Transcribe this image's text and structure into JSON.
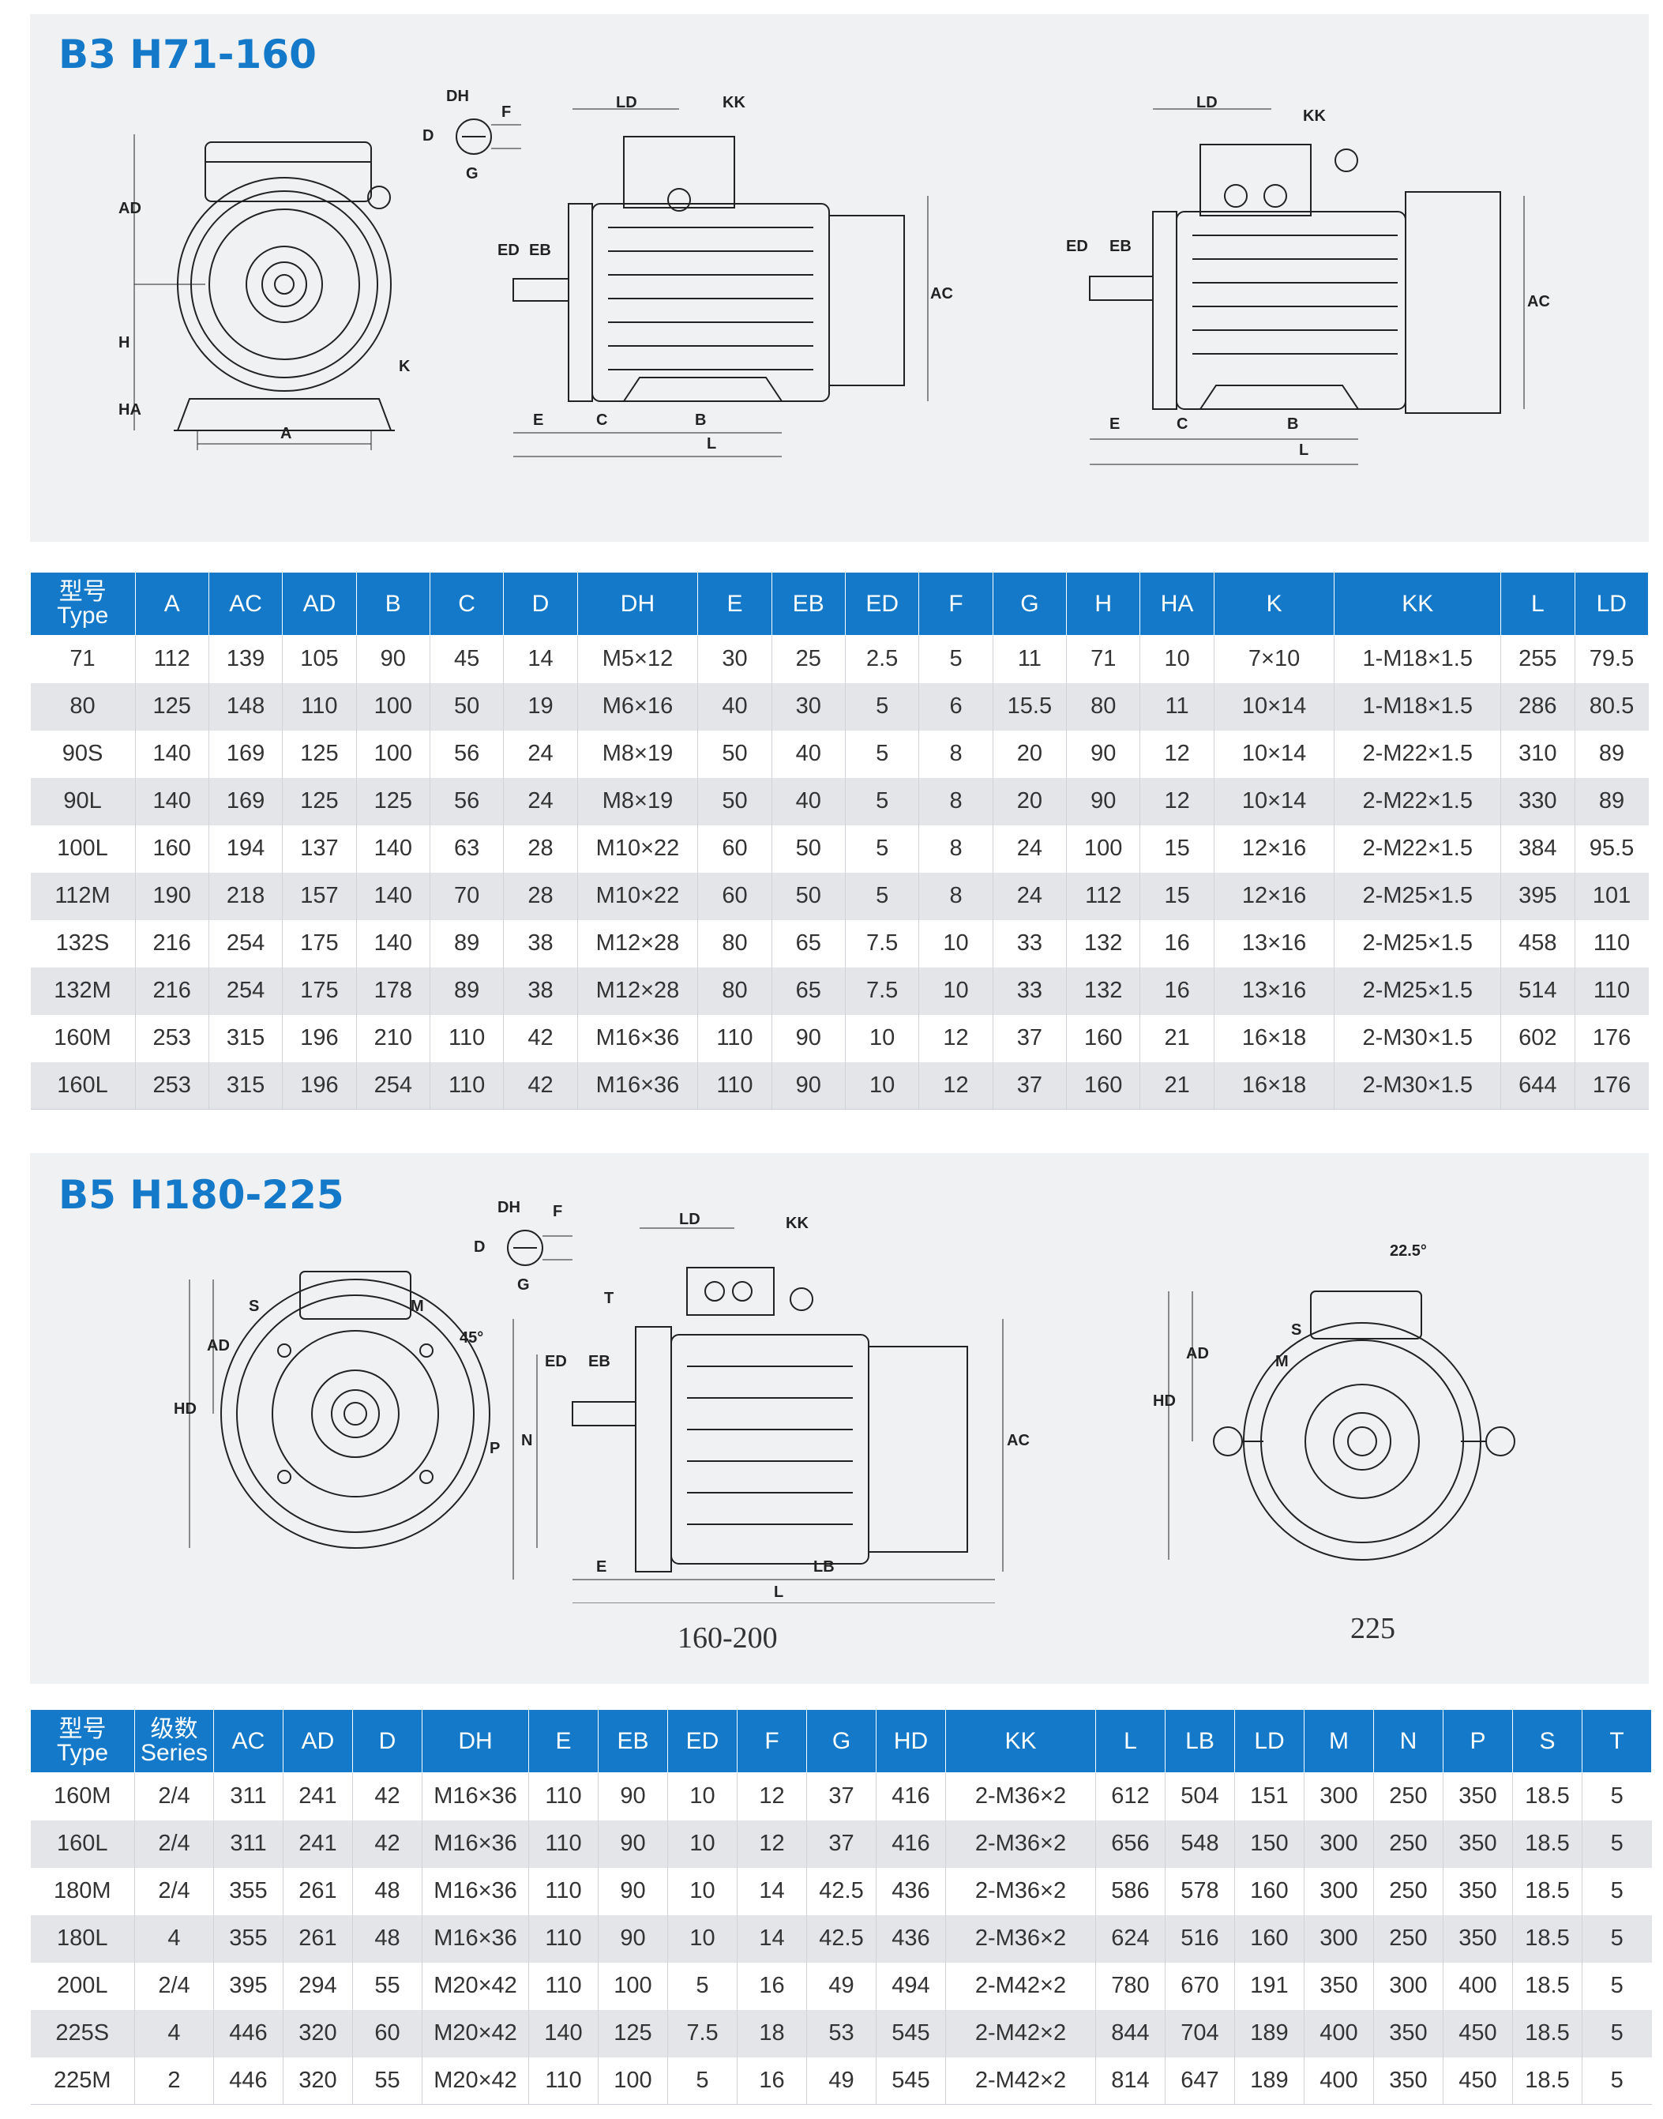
{
  "section1": {
    "title": "B3 H71-160",
    "drawing_labels": [
      "DH",
      "F",
      "D",
      "G",
      "LD",
      "KK",
      "AD",
      "H",
      "HA",
      "A",
      "K",
      "ED",
      "EB",
      "AC",
      "E",
      "C",
      "B",
      "L"
    ]
  },
  "table1": {
    "header_cn": "型号",
    "header_en": "Type",
    "columns": [
      "A",
      "AC",
      "AD",
      "B",
      "C",
      "D",
      "DH",
      "E",
      "EB",
      "ED",
      "F",
      "G",
      "H",
      "HA",
      "K",
      "KK",
      "L",
      "LD"
    ],
    "rows": [
      [
        "71",
        "112",
        "139",
        "105",
        "90",
        "45",
        "14",
        "M5×12",
        "30",
        "25",
        "2.5",
        "5",
        "11",
        "71",
        "10",
        "7×10",
        "1-M18×1.5",
        "255",
        "79.5"
      ],
      [
        "80",
        "125",
        "148",
        "110",
        "100",
        "50",
        "19",
        "M6×16",
        "40",
        "30",
        "5",
        "6",
        "15.5",
        "80",
        "11",
        "10×14",
        "1-M18×1.5",
        "286",
        "80.5"
      ],
      [
        "90S",
        "140",
        "169",
        "125",
        "100",
        "56",
        "24",
        "M8×19",
        "50",
        "40",
        "5",
        "8",
        "20",
        "90",
        "12",
        "10×14",
        "2-M22×1.5",
        "310",
        "89"
      ],
      [
        "90L",
        "140",
        "169",
        "125",
        "125",
        "56",
        "24",
        "M8×19",
        "50",
        "40",
        "5",
        "8",
        "20",
        "90",
        "12",
        "10×14",
        "2-M22×1.5",
        "330",
        "89"
      ],
      [
        "100L",
        "160",
        "194",
        "137",
        "140",
        "63",
        "28",
        "M10×22",
        "60",
        "50",
        "5",
        "8",
        "24",
        "100",
        "15",
        "12×16",
        "2-M22×1.5",
        "384",
        "95.5"
      ],
      [
        "112M",
        "190",
        "218",
        "157",
        "140",
        "70",
        "28",
        "M10×22",
        "60",
        "50",
        "5",
        "8",
        "24",
        "112",
        "15",
        "12×16",
        "2-M25×1.5",
        "395",
        "101"
      ],
      [
        "132S",
        "216",
        "254",
        "175",
        "140",
        "89",
        "38",
        "M12×28",
        "80",
        "65",
        "7.5",
        "10",
        "33",
        "132",
        "16",
        "13×16",
        "2-M25×1.5",
        "458",
        "110"
      ],
      [
        "132M",
        "216",
        "254",
        "175",
        "178",
        "89",
        "38",
        "M12×28",
        "80",
        "65",
        "7.5",
        "10",
        "33",
        "132",
        "16",
        "13×16",
        "2-M25×1.5",
        "514",
        "110"
      ],
      [
        "160M",
        "253",
        "315",
        "196",
        "210",
        "110",
        "42",
        "M16×36",
        "110",
        "90",
        "10",
        "12",
        "37",
        "160",
        "21",
        "16×18",
        "2-M30×1.5",
        "602",
        "176"
      ],
      [
        "160L",
        "253",
        "315",
        "196",
        "254",
        "110",
        "42",
        "M16×36",
        "110",
        "90",
        "10",
        "12",
        "37",
        "160",
        "21",
        "16×18",
        "2-M30×1.5",
        "644",
        "176"
      ]
    ]
  },
  "section2": {
    "title": "B5 H180-225",
    "caption_left": "160-200",
    "caption_right": "225",
    "angle_45": "45°",
    "angle_22": "22.5°",
    "drawing_labels": [
      "DH",
      "F",
      "D",
      "G",
      "LD",
      "KK",
      "T",
      "S",
      "M",
      "AD",
      "HD",
      "P",
      "N",
      "ED",
      "EB",
      "AC",
      "E",
      "LB",
      "L"
    ]
  },
  "table2": {
    "header_cn": "型号",
    "header_en": "Type",
    "header2_cn": "级数",
    "header2_en": "Series",
    "columns": [
      "AC",
      "AD",
      "D",
      "DH",
      "E",
      "EB",
      "ED",
      "F",
      "G",
      "HD",
      "KK",
      "L",
      "LB",
      "LD",
      "M",
      "N",
      "P",
      "S",
      "T"
    ],
    "rows": [
      [
        "160M",
        "2/4",
        "311",
        "241",
        "42",
        "M16×36",
        "110",
        "90",
        "10",
        "12",
        "37",
        "416",
        "2-M36×2",
        "612",
        "504",
        "151",
        "300",
        "250",
        "350",
        "18.5",
        "5"
      ],
      [
        "160L",
        "2/4",
        "311",
        "241",
        "42",
        "M16×36",
        "110",
        "90",
        "10",
        "12",
        "37",
        "416",
        "2-M36×2",
        "656",
        "548",
        "150",
        "300",
        "250",
        "350",
        "18.5",
        "5"
      ],
      [
        "180M",
        "2/4",
        "355",
        "261",
        "48",
        "M16×36",
        "110",
        "90",
        "10",
        "14",
        "42.5",
        "436",
        "2-M36×2",
        "586",
        "578",
        "160",
        "300",
        "250",
        "350",
        "18.5",
        "5"
      ],
      [
        "180L",
        "4",
        "355",
        "261",
        "48",
        "M16×36",
        "110",
        "90",
        "10",
        "14",
        "42.5",
        "436",
        "2-M36×2",
        "624",
        "516",
        "160",
        "300",
        "250",
        "350",
        "18.5",
        "5"
      ],
      [
        "200L",
        "2/4",
        "395",
        "294",
        "55",
        "M20×42",
        "110",
        "100",
        "5",
        "16",
        "49",
        "494",
        "2-M42×2",
        "780",
        "670",
        "191",
        "350",
        "300",
        "400",
        "18.5",
        "5"
      ],
      [
        "225S",
        "4",
        "446",
        "320",
        "60",
        "M20×42",
        "140",
        "125",
        "7.5",
        "18",
        "53",
        "545",
        "2-M42×2",
        "844",
        "704",
        "189",
        "400",
        "350",
        "450",
        "18.5",
        "5"
      ],
      [
        "225M",
        "2",
        "446",
        "320",
        "55",
        "M20×42",
        "110",
        "100",
        "5",
        "16",
        "49",
        "545",
        "2-M42×2",
        "814",
        "647",
        "189",
        "400",
        "350",
        "450",
        "18.5",
        "5"
      ]
    ]
  },
  "colors": {
    "accent": "#1479c9",
    "panel": "#f0f1f3",
    "stripe": "#e3e5e9"
  }
}
